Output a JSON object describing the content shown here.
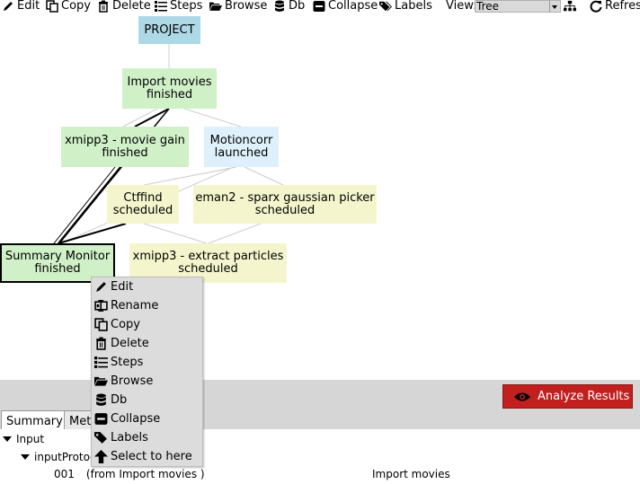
{
  "toolbar": {
    "edit": "Edit",
    "copy": "Copy",
    "delete": "Delete",
    "steps": "Steps",
    "browse": "Browse",
    "db": "Db",
    "collapse": "Collapse",
    "labels": "Labels",
    "view_label": "View:",
    "view_value": "Tree",
    "refresh": "Refresh"
  },
  "nodes": {
    "project": {
      "line1": "PROJECT"
    },
    "import_movies": {
      "line1": "Import movies",
      "line2": "finished"
    },
    "movie_gain": {
      "line1": "xmipp3 - movie gain",
      "line2": "finished"
    },
    "motioncorr": {
      "line1": "Motioncorr",
      "line2": "launched"
    },
    "ctffind": {
      "line1": "Ctffind",
      "line2": "scheduled"
    },
    "gauss_picker": {
      "line1": "eman2 - sparx gaussian picker",
      "line2": "scheduled"
    },
    "summary_monitor": {
      "line1": "Summary Monitor",
      "line2": "finished"
    },
    "extract_particles": {
      "line1": "xmipp3 - extract particles",
      "line2": "scheduled"
    }
  },
  "context_menu": {
    "items": [
      "Edit",
      "Rename",
      "Copy",
      "Delete",
      "Steps",
      "Browse",
      "Db",
      "Collapse",
      "Labels",
      "Select to here"
    ]
  },
  "analyze_button": "Analyze Results",
  "tabs": [
    "Summary",
    "Methods"
  ],
  "tree": {
    "input_label": "Input",
    "input_protocol": "inputProtocol",
    "row_id": "001",
    "row_from": "(from Import movies )",
    "row_value": "Import movies"
  },
  "colors": {
    "project": "#add8e6",
    "finished": "#d0f0c8",
    "launched": "#ddf0fb",
    "scheduled": "#f5f5cd",
    "analyze_button": "#c21f1f"
  }
}
